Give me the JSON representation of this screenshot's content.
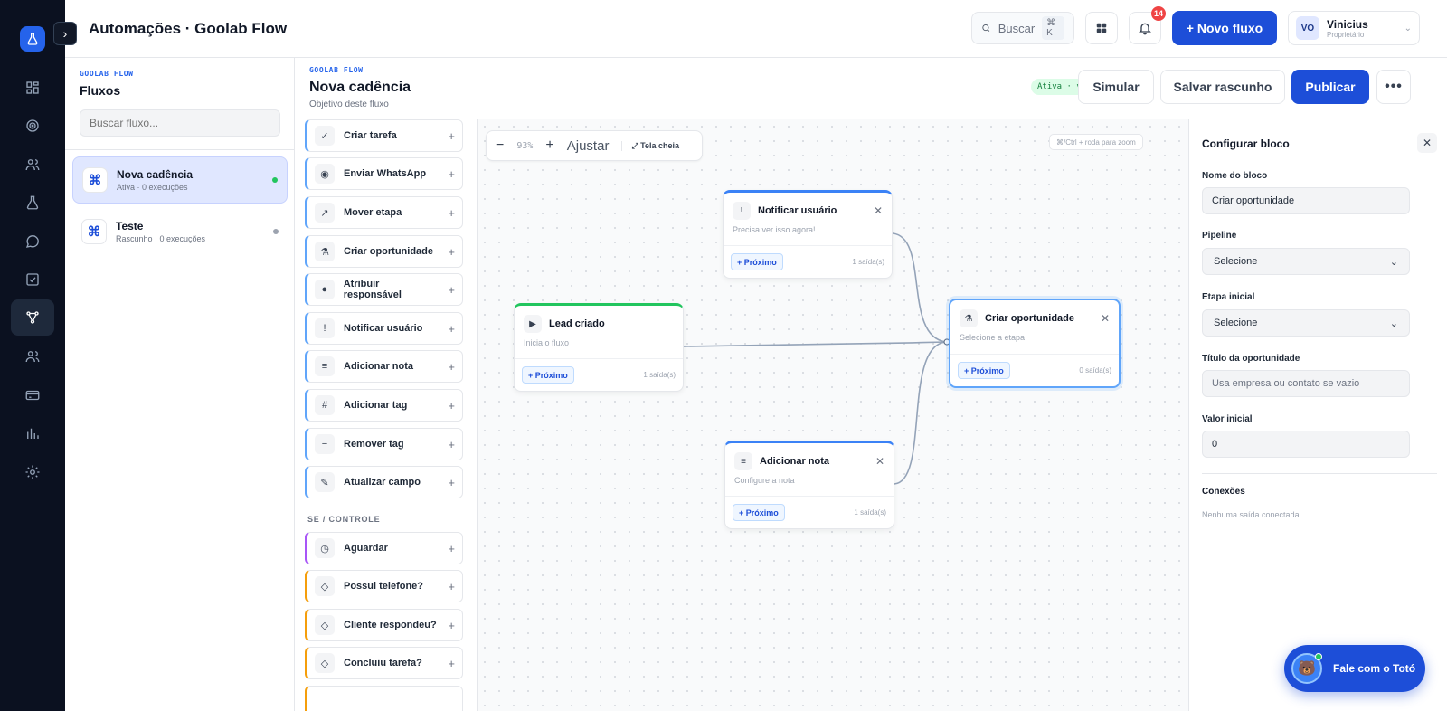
{
  "app": {
    "title": "Automações · Goolab Flow"
  },
  "header": {
    "search_label": "Buscar",
    "search_kbd": "⌘ K",
    "notifications_count": "14",
    "new_flow_label": "+ Novo fluxo",
    "user": {
      "initials": "VO",
      "name": "Vinicius",
      "role": "Proprietário"
    }
  },
  "flows": {
    "eyebrow": "GOOLAB FLOW",
    "title": "Fluxos",
    "search_placeholder": "Buscar fluxo...",
    "items": [
      {
        "name": "Nova cadência",
        "meta": "Ativa · 0 execuções",
        "status_color": "#22c55e"
      },
      {
        "name": "Teste",
        "meta": "Rascunho · 0 execuções",
        "status_color": "#9ca3af"
      }
    ]
  },
  "editor": {
    "eyebrow": "GOOLAB FLOW",
    "title": "Nova cadência",
    "subtitle": "Objetivo deste fluxo",
    "status": "Ativa · v1",
    "simulate_label": "Simular",
    "save_draft_label": "Salvar rascunho",
    "publish_label": "Publicar"
  },
  "palette": {
    "actions": [
      {
        "glyph": "✓",
        "label": "Criar tarefa"
      },
      {
        "glyph": "◉",
        "label": "Enviar WhatsApp"
      },
      {
        "glyph": "↗",
        "label": "Mover etapa"
      },
      {
        "glyph": "⚗",
        "label": "Criar oportunidade"
      },
      {
        "glyph": "●",
        "label": "Atribuir responsável"
      },
      {
        "glyph": "!",
        "label": "Notificar usuário"
      },
      {
        "glyph": "≡",
        "label": "Adicionar nota"
      },
      {
        "glyph": "#",
        "label": "Adicionar tag"
      },
      {
        "glyph": "−",
        "label": "Remover tag"
      },
      {
        "glyph": "✎",
        "label": "Atualizar campo"
      }
    ],
    "control_section_label": "SE / CONTROLE",
    "controls": [
      {
        "glyph": "◷",
        "label": "Aguardar"
      },
      {
        "glyph": "◇",
        "label": "Possui telefone?"
      },
      {
        "glyph": "◇",
        "label": "Cliente respondeu?"
      },
      {
        "glyph": "◇",
        "label": "Concluiu tarefa?"
      }
    ]
  },
  "canvas": {
    "zoom_out": "−",
    "zoom_level": "93%",
    "zoom_in": "+",
    "fit_label": "Ajustar",
    "fullscreen_label": "⤢ Tela cheia",
    "zoom_hint": "⌘/Ctrl + roda para zoom",
    "nodes": {
      "notify": {
        "glyph": "!",
        "title": "Notificar usuário",
        "desc": "Precisa ver isso agora!",
        "next": "+ Próximo",
        "outputs": "1 saída(s)"
      },
      "lead": {
        "glyph": "▶",
        "title": "Lead criado",
        "desc": "Inicia o fluxo",
        "next": "+ Próximo",
        "outputs": "1 saída(s)"
      },
      "opportunity": {
        "glyph": "⚗",
        "title": "Criar oportunidade",
        "desc": "Selecione a etapa",
        "next": "+ Próximo",
        "outputs": "0 saída(s)"
      },
      "note": {
        "glyph": "≡",
        "title": "Adicionar nota",
        "desc": "Configure a nota",
        "next": "+ Próximo",
        "outputs": "1 saída(s)"
      }
    }
  },
  "config": {
    "title": "Configurar bloco",
    "name_label": "Nome do bloco",
    "name_value": "Criar oportunidade",
    "pipeline_label": "Pipeline",
    "pipeline_value": "Selecione",
    "stage_label": "Etapa inicial",
    "stage_value": "Selecione",
    "opp_title_label": "Título da oportunidade",
    "opp_title_placeholder": "Usa empresa ou contato se vazio",
    "value_label": "Valor inicial",
    "value_value": "0",
    "connections_label": "Conexões",
    "connections_empty": "Nenhuma saída conectada."
  },
  "chat": {
    "label": "Fale com o Totó"
  },
  "colors": {
    "accent": "#1d4ed8",
    "rail_bg": "#0b1120",
    "active_status": "#22c55e"
  }
}
